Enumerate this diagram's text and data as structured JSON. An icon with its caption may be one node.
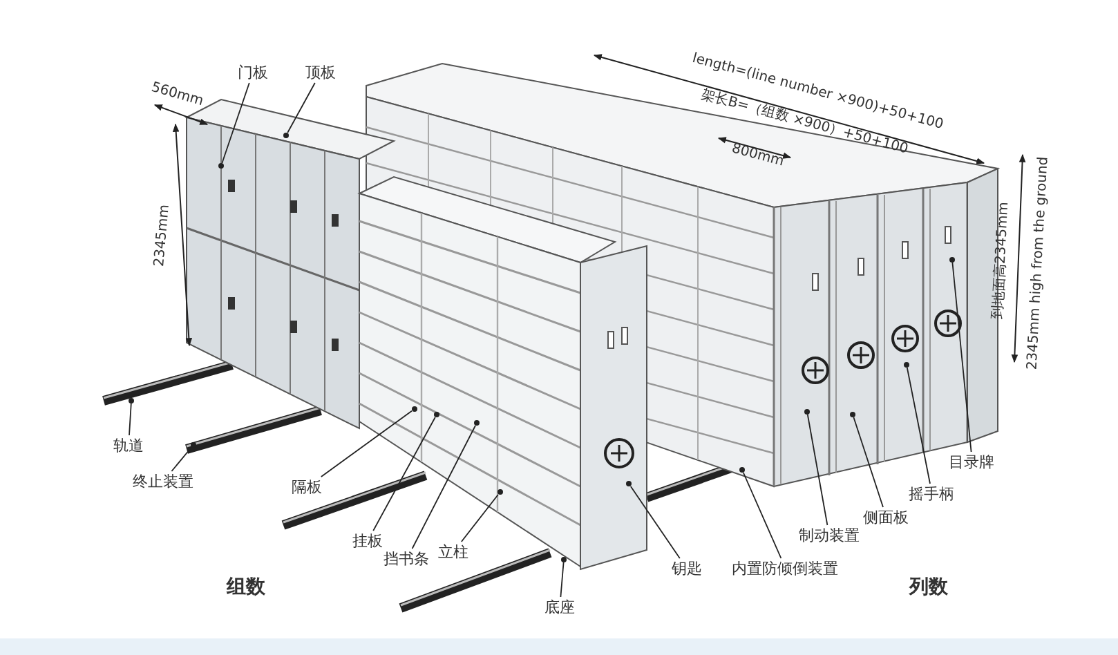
{
  "diagram": {
    "nodes": [
      {
        "text": [
          "门板"
        ]
      },
      {
        "text": [
          "顶板"
        ]
      },
      {
        "text": [
          "轨道"
        ]
      },
      {
        "text": [
          "终止装置"
        ]
      },
      {
        "text": [
          "隔板"
        ]
      },
      {
        "text": [
          "挂板"
        ]
      },
      {
        "text": [
          "挡书条"
        ]
      },
      {
        "text": [
          "立柱"
        ]
      },
      {
        "text": [
          "底座"
        ]
      },
      {
        "text": [
          "钥匙"
        ]
      },
      {
        "text": [
          "内置防倾倒装置"
        ]
      },
      {
        "text": [
          "制动装置"
        ]
      },
      {
        "text": [
          "侧面板"
        ]
      },
      {
        "text": [
          "摇手柄"
        ]
      },
      {
        "text": [
          "目录牌"
        ]
      },
      {
        "text": [],
        "shape": "dot"
      },
      {
        "text": [],
        "shape": "dot"
      },
      {
        "text": [],
        "shape": "dot"
      },
      {
        "text": [],
        "shape": "dot"
      },
      {
        "text": [],
        "shape": "dot"
      },
      {
        "text": [],
        "shape": "dot"
      },
      {
        "text": [],
        "shape": "dot"
      },
      {
        "text": [],
        "shape": "dot"
      },
      {
        "text": [],
        "shape": "dot"
      },
      {
        "text": [],
        "shape": "dot"
      },
      {
        "text": [],
        "shape": "dot"
      },
      {
        "text": [],
        "shape": "dot"
      },
      {
        "text": [],
        "shape": "dot"
      },
      {
        "text": [],
        "shape": "dot"
      },
      {
        "text": [],
        "shape": "dot"
      }
    ],
    "edges": [
      {
        "from": 0,
        "to": 15,
        "arrow": "none"
      },
      {
        "from": 1,
        "to": 16,
        "arrow": "none"
      },
      {
        "from": 2,
        "to": 17,
        "arrow": "none"
      },
      {
        "from": 3,
        "to": 18,
        "arrow": "none"
      },
      {
        "from": 4,
        "to": 19,
        "arrow": "none"
      },
      {
        "from": 5,
        "to": 20,
        "arrow": "none"
      },
      {
        "from": 6,
        "to": 21,
        "arrow": "none"
      },
      {
        "from": 7,
        "to": 22,
        "arrow": "none"
      },
      {
        "from": 8,
        "to": 23,
        "arrow": "none"
      },
      {
        "from": 9,
        "to": 24,
        "arrow": "none"
      },
      {
        "from": 10,
        "to": 25,
        "arrow": "none"
      },
      {
        "from": 11,
        "to": 26,
        "arrow": "none"
      },
      {
        "from": 12,
        "to": 27,
        "arrow": "none"
      },
      {
        "from": 13,
        "to": 28,
        "arrow": "none"
      },
      {
        "from": 14,
        "to": 29,
        "arrow": "none"
      }
    ],
    "labels": [
      "560mm",
      "2345mm",
      "length=(line number ×900)+50+100",
      "架长B=（组数 ×900）+50+100",
      "800mm",
      "到地面高2345mm",
      "2345mm high from the ground",
      "组数",
      "列数"
    ]
  }
}
